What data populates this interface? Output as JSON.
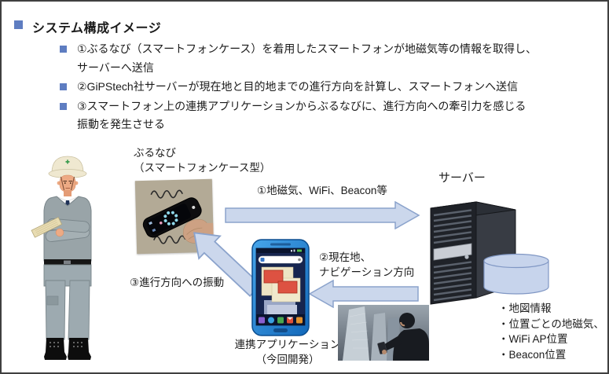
{
  "slide": {
    "title": "システム構成イメージ",
    "bullets": [
      {
        "lines": [
          "①ぶるなび（スマートフォンケース）を着用したスマートフォンが地磁気等の情報を取得し、",
          "サーバーへ送信"
        ]
      },
      {
        "lines": [
          "②GiPStech社サーバーが現在地と目的地までの進行方向を計算し、スマートフォンへ送信"
        ]
      },
      {
        "lines": [
          "③スマートフォン上の連携アプリケーションからぶるなびに、進行方向への牽引力を感じる",
          "振動を発生させる"
        ]
      }
    ]
  },
  "diagram": {
    "burunavi": {
      "name": "ぶるなび",
      "type_note": "（スマートフォンケース型）"
    },
    "server": {
      "label": "サーバー",
      "data_items": [
        "・地図情報",
        "・位置ごとの地磁気、",
        "・WiFi AP位置",
        "・Beacon位置"
      ]
    },
    "flows": {
      "step1_label": "①地磁気、WiFi、Beacon等",
      "step2_line1": "②現在地、",
      "step2_line2": "ナビゲーション方向",
      "step3_label": "③進行方向への振動"
    },
    "app": {
      "label": "連携アプリケーション",
      "note": "（今回開発）"
    }
  },
  "colors": {
    "accent_blue": "#5E7DC1",
    "arrow_fill": "#CBD7EC",
    "arrow_stroke": "#8BA3CC",
    "cylinder_fill": "#C7D4EC",
    "cylinder_stroke": "#8097C4",
    "server_body": "#23262C",
    "text": "#1B1B1B"
  }
}
